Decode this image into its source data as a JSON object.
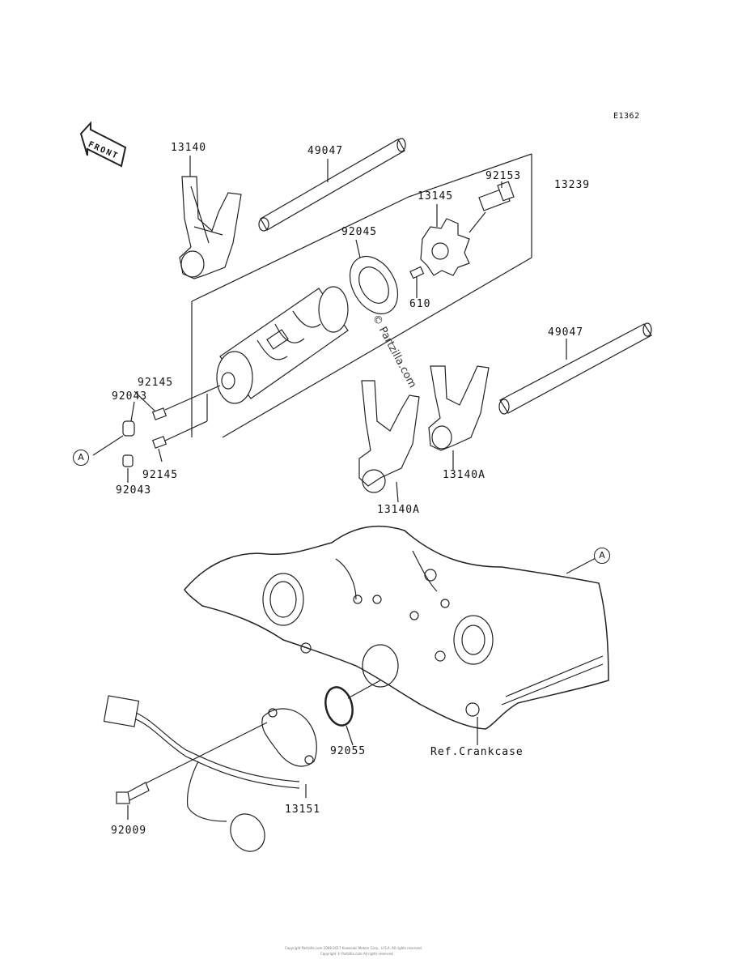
{
  "diagram_code": "E1362",
  "front_indicator": "FRONT",
  "watermark": "© Partzilla.com",
  "callout_letter": "A",
  "parts": {
    "p13140": "13140",
    "p49047_top": "49047",
    "p92153": "92153",
    "p13145": "13145",
    "p13239": "13239",
    "p92045": "92045",
    "p610": "610",
    "p49047_right": "49047",
    "p92145_top": "92145",
    "p92043_top": "92043",
    "p92145_bottom": "92145",
    "p92043_bottom": "92043",
    "p13140A_right": "13140A",
    "p13140A_bottom": "13140A",
    "p92055": "92055",
    "ref_crankcase": "Ref.Crankcase",
    "p13151": "13151",
    "p92009": "92009"
  },
  "footer": {
    "line1": "Copyright Partzilla.com 2008-2017 Kawasaki Motors Corp., U.S.A. All rights reserved.",
    "line2": "Copyright © Partzilla.com All rights reserved."
  }
}
